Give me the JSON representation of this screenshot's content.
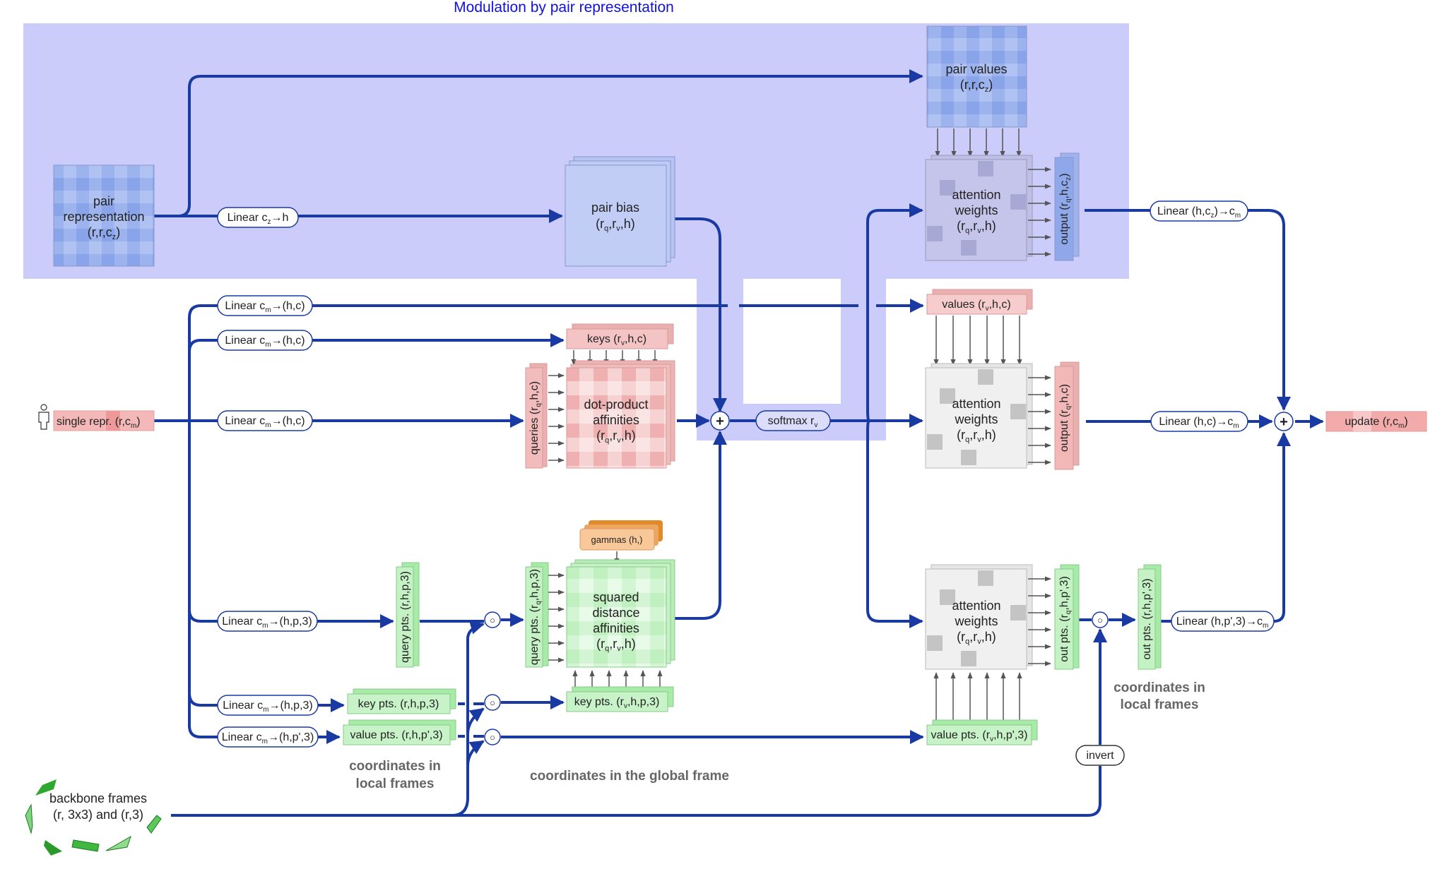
{
  "title": "Modulation by pair representation",
  "colors": {
    "flow": "#1a3aa3",
    "modulation_panel": "#ccccfa",
    "title": "#1010e0",
    "single_repr": "#f2a5a5",
    "points": "#b9f0b9",
    "pair": "#8fa8ea",
    "gammas": "#f7c08f",
    "attention": "#efefef"
  },
  "pair_branch": {
    "pair_repr": [
      "pair",
      "representation",
      "(r,r,c",
      "z",
      ")"
    ],
    "linear_pair_bias": {
      "pre": "Linear c",
      "sub": "z",
      "post": "→h"
    },
    "pair_bias": [
      "pair bias",
      "(r",
      "q",
      ",r",
      "v",
      ",h)"
    ],
    "pair_values": [
      "pair values",
      "(r,r,c",
      "z",
      ")"
    ],
    "attn_weights": [
      "attention",
      "weights",
      "(r",
      "q",
      ",r",
      "v",
      ",h)"
    ],
    "output": {
      "pre": "output (r",
      "sub1": "q",
      "mid": ",h,c",
      "sub2": "z",
      "post": ")"
    },
    "linear_out": {
      "pre": "Linear (h,c",
      "sub1": "z",
      "mid": ")→c",
      "sub2": "m"
    }
  },
  "single_repr": {
    "pre": "single repr. (r,c",
    "sub": "m",
    "post": ")"
  },
  "scalar_branch": {
    "linear_values": {
      "pre": "Linear c",
      "sub": "m",
      "post": "→(h,c)"
    },
    "linear_keys": {
      "pre": "Linear c",
      "sub": "m",
      "post": "→(h,c)"
    },
    "linear_queries": {
      "pre": "Linear c",
      "sub": "m",
      "post": "→(h,c)"
    },
    "values": {
      "pre": "values (r",
      "sub": "v",
      "post": ",h,c)"
    },
    "keys": {
      "pre": "keys (r",
      "sub": "v",
      "post": ",h,c)"
    },
    "queries": {
      "pre": "queries (r",
      "sub": "q",
      "post": ",h,c)"
    },
    "dot_product": [
      "dot-product",
      "affinities",
      "(r",
      "q",
      ",r",
      "v",
      ",h)"
    ],
    "softmax": {
      "pre": "softmax r",
      "sub": "v"
    },
    "attn_weights": [
      "attention",
      "weights",
      "(r",
      "q",
      ",r",
      "v",
      ",h)"
    ],
    "output": {
      "pre": "output (r",
      "sub": "q",
      "post": ",h,c)"
    },
    "linear_out": {
      "pre": "Linear (h,c)→c",
      "sub": "m"
    },
    "update": {
      "pre": "update (r,c",
      "sub": "m",
      "post": ")"
    }
  },
  "point_branch": {
    "gammas": "gammas (h,)",
    "linear_query_pts": {
      "pre": "Linear c",
      "sub": "m",
      "post": "→(h,p,3)"
    },
    "linear_key_pts": {
      "pre": "Linear c",
      "sub": "m",
      "post": "→(h,p,3)"
    },
    "linear_value_pts": {
      "pre": "Linear c",
      "sub": "m",
      "post": "→(h,p',3)"
    },
    "query_pts_local": "query pts. (r,h,p,3)",
    "query_pts_global": {
      "pre": "query pts. (r",
      "sub": "q",
      "post": ",h,p,3)"
    },
    "key_pts_local": "key pts. (r,h,p,3)",
    "value_pts_local": "value pts. (r,h,p',3)",
    "key_pts_global": {
      "pre": "key pts. (r",
      "sub": "v",
      "post": ",h,p,3)"
    },
    "value_pts_global": {
      "pre": "value pts. (r",
      "sub": "v",
      "post": ",h,p',3)"
    },
    "squared_distance": [
      "squared",
      "distance",
      "affinities",
      "(r",
      "q",
      ",r",
      "v",
      ",h)"
    ],
    "attn_weights": [
      "attention",
      "weights",
      "(r",
      "q",
      ",r",
      "v",
      ",h)"
    ],
    "out_pts_global": {
      "pre": "out pts. (r",
      "sub": "q",
      "post": ",h,p',3)"
    },
    "out_pts_local": "out pts. (r,h,p',3)",
    "linear_out": {
      "pre": "Linear (h,p',3)→c",
      "sub": "m"
    },
    "invert": "invert",
    "compose_symbol": "○"
  },
  "notes": {
    "local_frames_left": [
      "coordinates in",
      "local frames"
    ],
    "global_frame": "coordinates in the global frame",
    "local_frames_right": [
      "coordinates in",
      "local frames"
    ]
  },
  "backbone": [
    "backbone frames",
    "(r, 3x3) and (r,3)"
  ],
  "plus_symbol": "+"
}
